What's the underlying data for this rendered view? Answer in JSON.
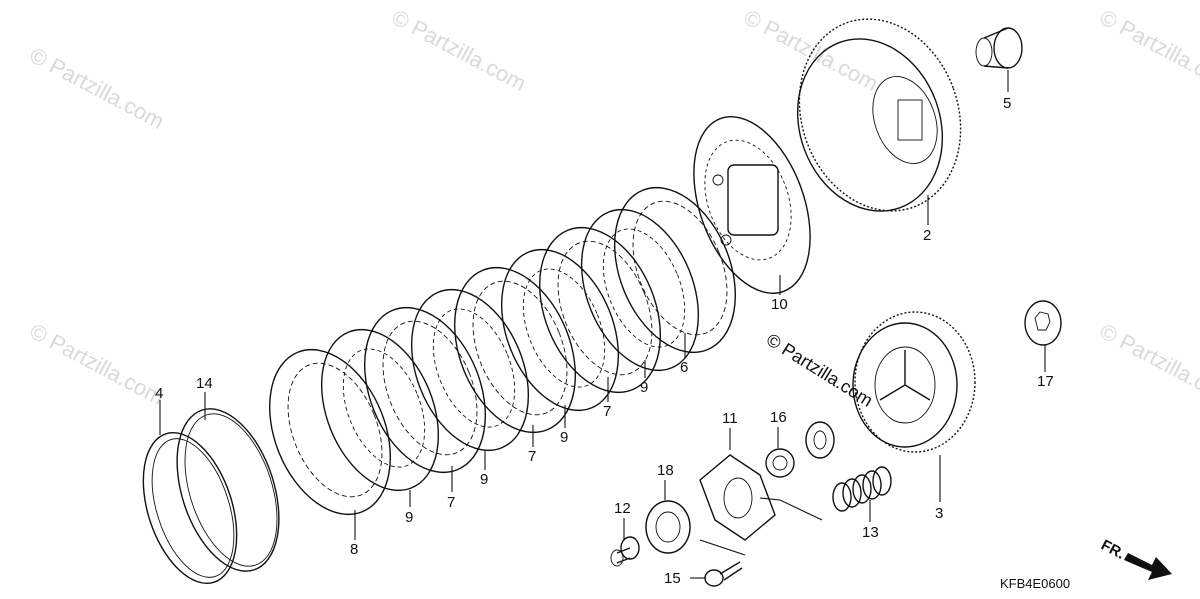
{
  "watermark": {
    "text": "© Partzilla.com",
    "center_text": "© Partzilla.com"
  },
  "callouts": [
    "2",
    "3",
    "4",
    "5",
    "6",
    "7",
    "7",
    "7",
    "8",
    "9",
    "9",
    "9",
    "9",
    "10",
    "11",
    "12",
    "13",
    "14",
    "15",
    "16",
    "17",
    "18"
  ],
  "labels": {
    "p2": "2",
    "p3": "3",
    "p4": "4",
    "p5": "5",
    "p6": "6",
    "p7a": "7",
    "p7b": "7",
    "p7c": "7",
    "p8": "8",
    "p9a": "9",
    "p9b": "9",
    "p9c": "9",
    "p9d": "9",
    "p10": "10",
    "p11": "11",
    "p12": "12",
    "p13": "13",
    "p14": "14",
    "p15": "15",
    "p16": "16",
    "p17": "17",
    "p18": "18"
  },
  "front_marker": "FR.",
  "diagram_code": "KFB4E0600"
}
